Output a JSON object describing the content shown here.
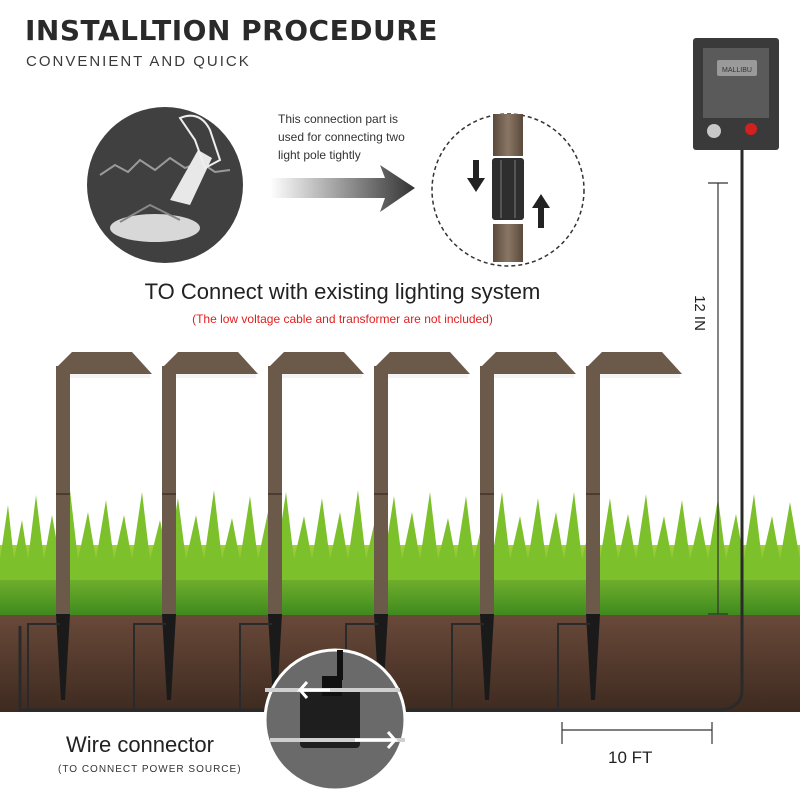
{
  "header": {
    "title": "INSTALLTION PROCEDURE",
    "subtitle": "CONVENIENT AND QUICK"
  },
  "connection_part": {
    "note": "This connection part is used for connecting two light pole tightly"
  },
  "existing_system": {
    "heading": "TO Connect with existing lighting system",
    "note": "(The low voltage cable and transformer are not included)",
    "note_color": "#e02020"
  },
  "dimensions": {
    "height": "12 IN",
    "width": "10 FT"
  },
  "wire_connector": {
    "title": "Wire connector",
    "subtitle": "(TO CONNECT POWER SOURCE)"
  },
  "transformer": {
    "brand": "MALLIBU"
  },
  "lights": {
    "count": 6,
    "color": "#6b5a4a"
  }
}
